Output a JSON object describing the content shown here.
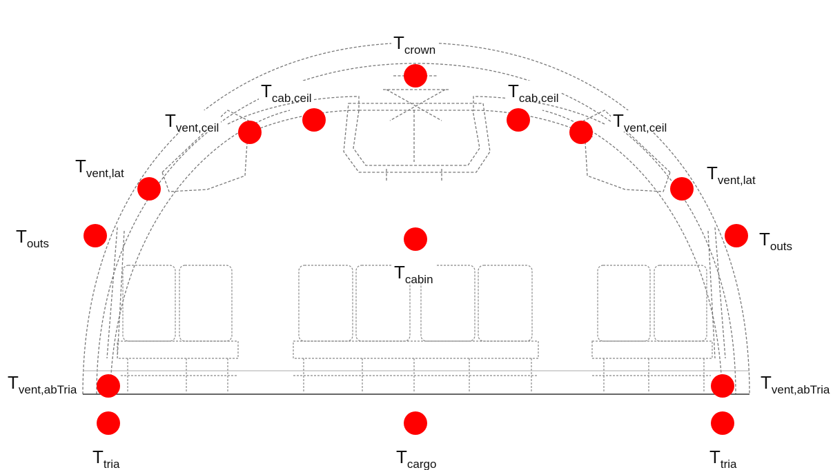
{
  "colors": {
    "sensor": "#ff0000",
    "line": "#777777",
    "floor": "#333333"
  },
  "labels": [
    {
      "id": "crown",
      "main": "T",
      "sub": "crown"
    },
    {
      "id": "cabceil-l",
      "main": "T",
      "sub": "cab,ceil"
    },
    {
      "id": "cabceil-r",
      "main": "T",
      "sub": "cab,ceil"
    },
    {
      "id": "ventceil-l",
      "main": "T",
      "sub": "vent,ceil"
    },
    {
      "id": "ventceil-r",
      "main": "T",
      "sub": "vent,ceil"
    },
    {
      "id": "ventlat-l",
      "main": "T",
      "sub": "vent,lat"
    },
    {
      "id": "ventlat-r",
      "main": "T",
      "sub": "vent,lat"
    },
    {
      "id": "outs-l",
      "main": "T",
      "sub": "outs"
    },
    {
      "id": "outs-r",
      "main": "T",
      "sub": "outs"
    },
    {
      "id": "cabin",
      "main": "T",
      "sub": "cabin"
    },
    {
      "id": "venttria-l",
      "main": "T",
      "sub": "vent,abTria"
    },
    {
      "id": "venttria-r",
      "main": "T",
      "sub": "vent,abTria"
    },
    {
      "id": "tria-l",
      "main": "T",
      "sub": "tria"
    },
    {
      "id": "cargo",
      "main": "T",
      "sub": "cargo"
    },
    {
      "id": "tria-r",
      "main": "T",
      "sub": "tria"
    }
  ],
  "sensors": [
    "crown",
    "cabceil-l",
    "cabceil-r",
    "ventceil-l",
    "ventceil-r",
    "ventlat-l",
    "ventlat-r",
    "outs-l",
    "outs-r",
    "cabin",
    "venttria-l",
    "venttria-r",
    "tria-l",
    "cargo",
    "tria-r"
  ]
}
